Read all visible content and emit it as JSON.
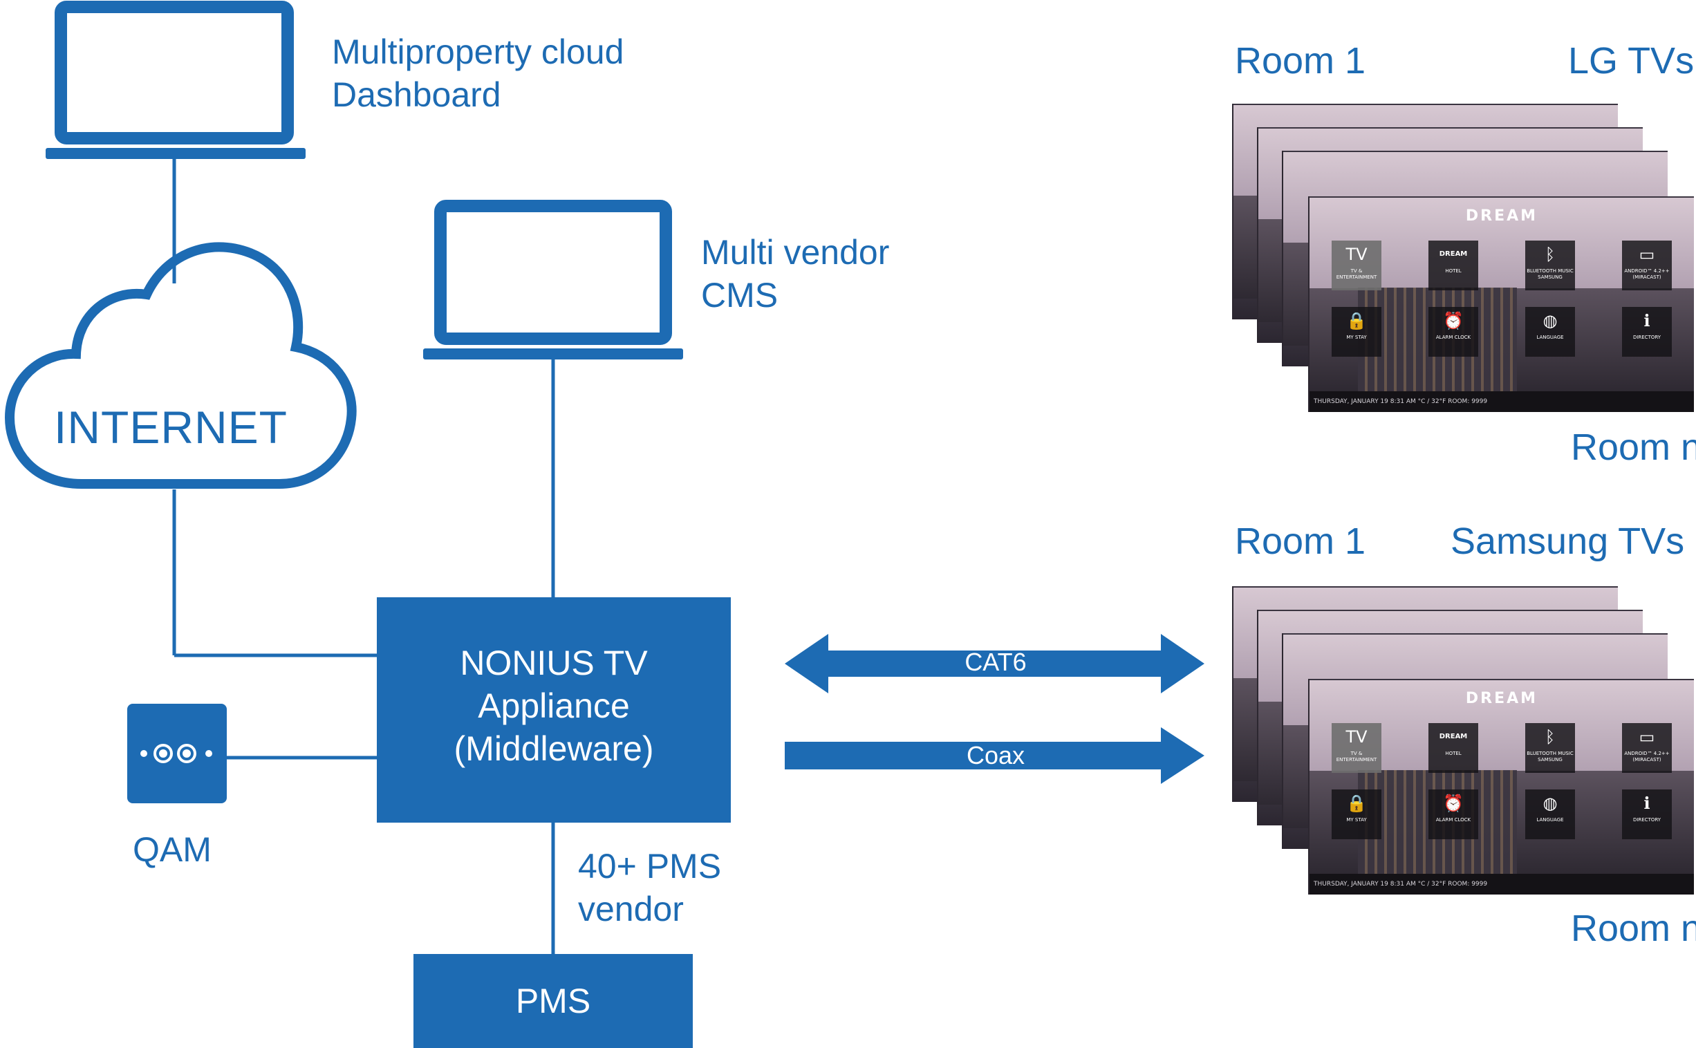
{
  "colors": {
    "primary": "#1d6bb3",
    "text_on_primary": "#ffffff",
    "background": "#ffffff"
  },
  "dashboard": {
    "icon": "laptop-icon",
    "label_lines": [
      "Multiproperty cloud",
      "Dashboard"
    ]
  },
  "cms": {
    "icon": "laptop-icon",
    "label_lines": [
      "Multi vendor",
      "CMS"
    ]
  },
  "internet": {
    "icon": "cloud-icon",
    "label": "INTERNET"
  },
  "qam": {
    "icon": "qam-device-icon",
    "label": "QAM"
  },
  "appliance": {
    "label_lines": [
      "NONIUS TV",
      "Appliance",
      "(Middleware)"
    ]
  },
  "pms_link": {
    "label_lines": [
      "40+ PMS",
      "vendor"
    ]
  },
  "pms": {
    "label": "PMS"
  },
  "connections": {
    "cat6": "CAT6",
    "coax": "Coax"
  },
  "lg_group": {
    "first_room": "Room 1",
    "title": "LG TVs",
    "last_room": "Room n"
  },
  "samsung_group": {
    "first_room": "Room 1",
    "title": "Samsung TVs",
    "last_room": "Room n"
  },
  "tv_screen": {
    "brand": "DREAM",
    "status": "THURSDAY, JANUARY 19    8:31 AM    °C / 32°F    ROOM: 9999",
    "tiles": [
      {
        "icon": "tv-icon",
        "glyph": "TV",
        "label": "TV & ENTERTAINMENT"
      },
      {
        "icon": "hotel-logo-icon",
        "glyph": "DREAM",
        "label": "HOTEL"
      },
      {
        "icon": "bluetooth-icon",
        "glyph": "ᛒ",
        "label": "BLUETOOTH MUSIC SAMSUNG"
      },
      {
        "icon": "cast-icon",
        "glyph": "▭",
        "label": "ANDROID™ 4.2++ (MIRACAST)"
      },
      {
        "icon": "door-hanger-icon",
        "glyph": "🔒",
        "label": "MY STAY"
      },
      {
        "icon": "alarm-clock-icon",
        "glyph": "⏰",
        "label": "ALARM CLOCK"
      },
      {
        "icon": "globe-icon",
        "glyph": "◍",
        "label": "LANGUAGE"
      },
      {
        "icon": "directory-icon",
        "glyph": "ℹ",
        "label": "DIRECTORY"
      }
    ]
  }
}
